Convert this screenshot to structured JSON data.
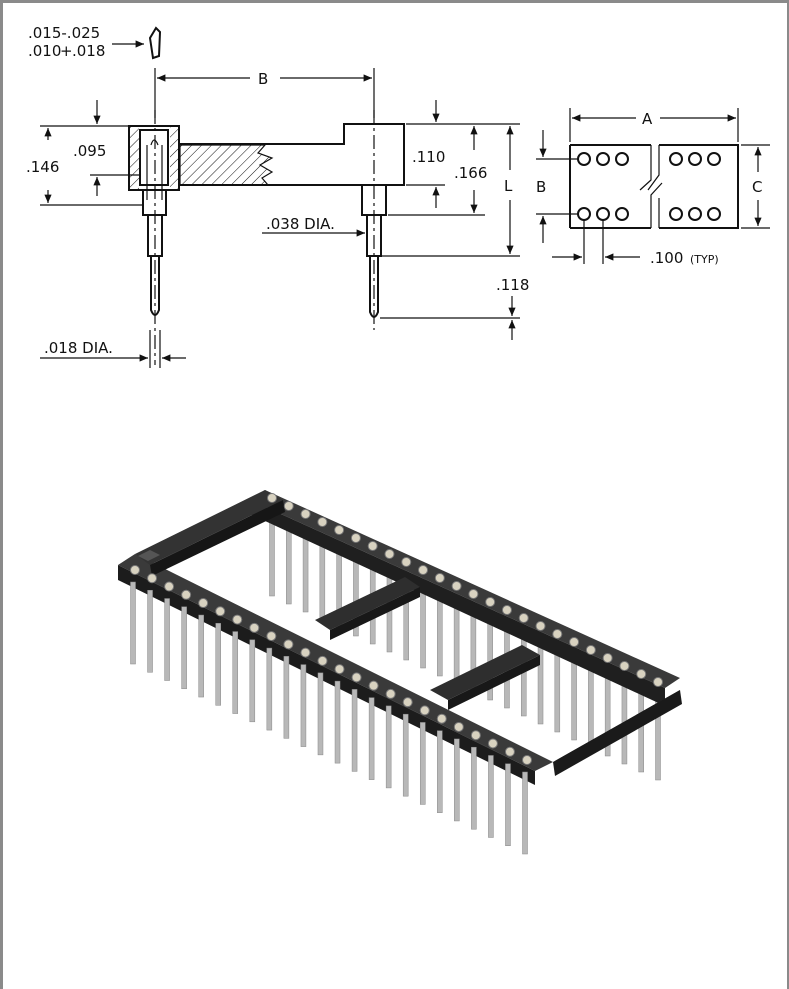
{
  "drawing": {
    "plating_top": ".015-.025",
    "plating_bottom": ".010",
    "plating_bottom_suffix": ".018",
    "dim_B_top": "B",
    "dim_095": ".095",
    "dim_146": ".146",
    "dim_110": ".110",
    "dim_166": ".166",
    "dim_L": "L",
    "dim_038": ".038 DIA.",
    "dim_118": ".118",
    "dim_018": ".018 DIA.",
    "dim_A": "A",
    "dim_B_side": "B",
    "dim_C": "C",
    "dim_100": ".100",
    "dim_typ": "(TYP)"
  },
  "render": {
    "pin_count_per_row": 24,
    "body_color": "#2b2b2b",
    "pin_color": "#b8b8b8"
  }
}
